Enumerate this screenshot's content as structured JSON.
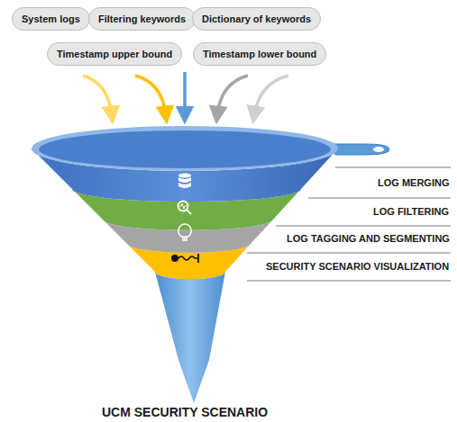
{
  "diagram": {
    "caption": "UCM SECURITY SCENARIO",
    "nodes": [
      {
        "text": [
          "System logs"
        ]
      },
      {
        "text": [
          "Filtering keywords"
        ]
      },
      {
        "text": [
          "Dictionary of keywords"
        ]
      },
      {
        "text": [
          "Timestamp upper bound"
        ]
      },
      {
        "text": [
          "Timestamp lower bound"
        ]
      }
    ],
    "labels": [
      "LOG MERGING",
      "LOG FILTERING",
      "LOG TAGGING AND SEGMENTING",
      "SECURITY SCENARIO VISUALIZATION"
    ]
  }
}
